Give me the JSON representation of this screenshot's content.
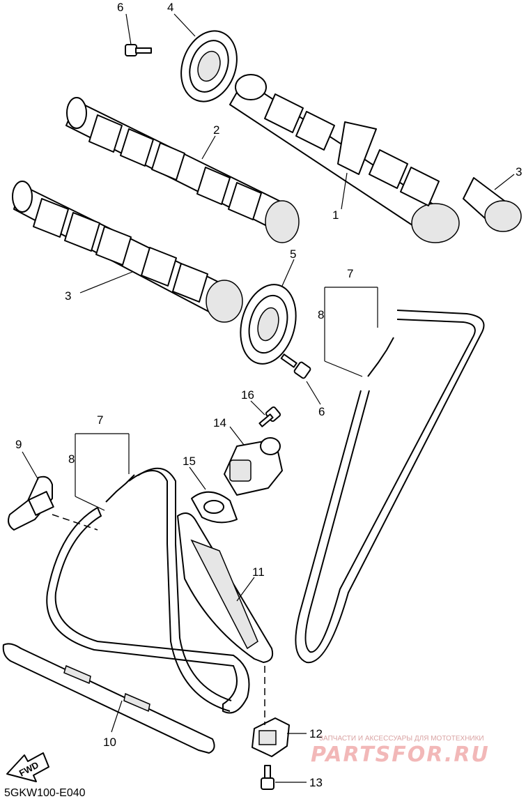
{
  "callouts": {
    "c1": "1",
    "c2": "2",
    "c3a": "3",
    "c3b": "3",
    "c4": "4",
    "c5": "5",
    "c6a": "6",
    "c6b": "6",
    "c7a": "7",
    "c8a": "8",
    "c7b": "7",
    "c8b": "8",
    "c9": "9",
    "c10": "10",
    "c11": "11",
    "c12": "12",
    "c13": "13",
    "c14": "14",
    "c15": "15",
    "c16": "16"
  },
  "diagram_code": "5GKW100-E040",
  "direction_marker": "FWD",
  "watermark": {
    "tagline": "ЗАПЧАСТИ И АКСЕССУАРЫ ДЛЯ МОТОТЕХНИКИ",
    "brand": "PARTSFOR.RU"
  }
}
